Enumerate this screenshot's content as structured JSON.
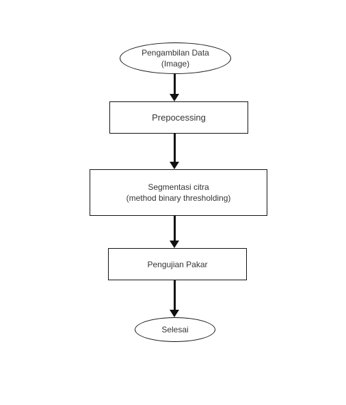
{
  "flowchart": {
    "start": {
      "line1": "Pengambilan Data",
      "line2": "(Image)"
    },
    "step_preprocessing": {
      "label": "Prepocessing"
    },
    "step_segmentation": {
      "line1": "Segmentasi citra",
      "line2": "(method binary thresholding)"
    },
    "step_expert_test": {
      "label": "Pengujian Pakar"
    },
    "end": {
      "label": "Selesai"
    }
  },
  "colors": {
    "stroke": "#111111",
    "text": "#333333",
    "background": "#ffffff"
  }
}
